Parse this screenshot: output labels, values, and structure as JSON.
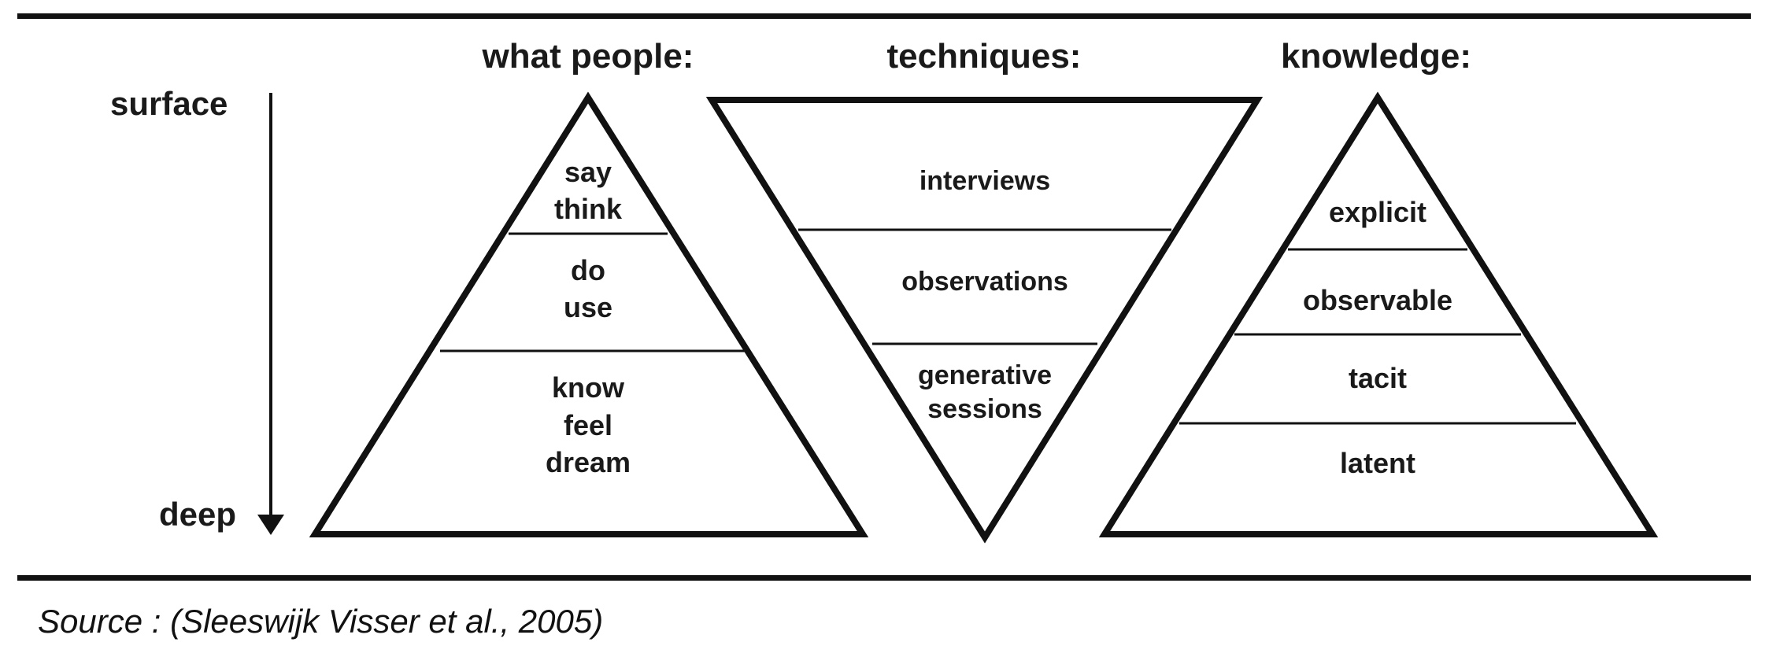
{
  "axis": {
    "top_label": "surface",
    "bottom_label": "deep"
  },
  "columns": [
    {
      "heading": "what people:",
      "shape": "triangle-up",
      "layers": [
        {
          "lines": [
            "say",
            "think"
          ]
        },
        {
          "lines": [
            "do",
            "use"
          ]
        },
        {
          "lines": [
            "know",
            "feel",
            "dream"
          ]
        }
      ]
    },
    {
      "heading": "techniques:",
      "shape": "triangle-down",
      "layers": [
        {
          "lines": [
            "interviews"
          ]
        },
        {
          "lines": [
            "observations"
          ]
        },
        {
          "lines": [
            "generative",
            "sessions"
          ]
        }
      ]
    },
    {
      "heading": "knowledge:",
      "shape": "triangle-up",
      "layers": [
        {
          "lines": [
            "explicit"
          ]
        },
        {
          "lines": [
            "observable"
          ]
        },
        {
          "lines": [
            "tacit"
          ]
        },
        {
          "lines": [
            "latent"
          ]
        }
      ]
    }
  ],
  "caption": "Source : (Sleeswijk Visser et al., 2005)",
  "colors": {
    "stroke": "#111111",
    "text": "#1a1a1a",
    "background": "#ffffff"
  }
}
